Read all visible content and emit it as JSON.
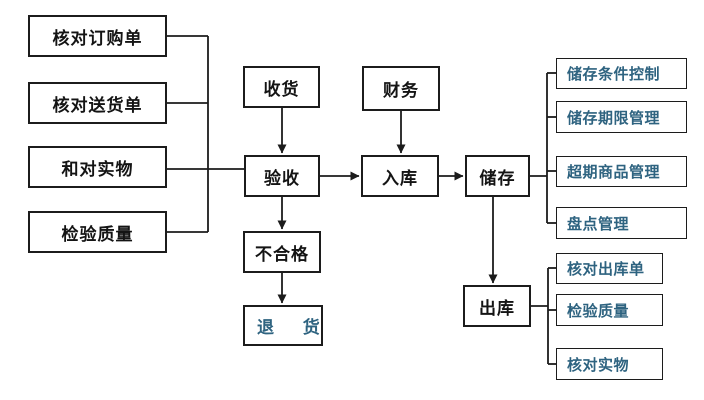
{
  "diagram": {
    "title": "warehouse-process-flowchart",
    "colors": {
      "background": "#ffffff",
      "line": "#1c1c1c",
      "box_border": "#1c1c1c",
      "black_text": "#141414",
      "blue_text": "#2E6380"
    },
    "nodes": {
      "check_purchase_order": {
        "label": "核对订购单"
      },
      "check_delivery_note": {
        "label": "核对送货单"
      },
      "check_physical_goods": {
        "label": "和对实物"
      },
      "inspect_quality": {
        "label": "检验质量"
      },
      "receive_goods": {
        "label": "收货"
      },
      "finance": {
        "label": "财务"
      },
      "acceptance": {
        "label": "验收"
      },
      "inbound": {
        "label": "入库"
      },
      "storage": {
        "label": "储存"
      },
      "unqualified": {
        "label": "不合格"
      },
      "return_goods": {
        "label": "退 货"
      },
      "storage_condition_control": {
        "label": "储存条件控制"
      },
      "storage_period_mgmt": {
        "label": "储存期限管理"
      },
      "overdue_goods_mgmt": {
        "label": "超期商品管理"
      },
      "stocktaking_mgmt": {
        "label": "盘点管理"
      },
      "outbound": {
        "label": "出库"
      },
      "check_outbound_order": {
        "label": "核对出库单"
      },
      "outbound_inspect_quality": {
        "label": "检验质量"
      },
      "outbound_check_goods": {
        "label": "核对实物"
      }
    }
  }
}
